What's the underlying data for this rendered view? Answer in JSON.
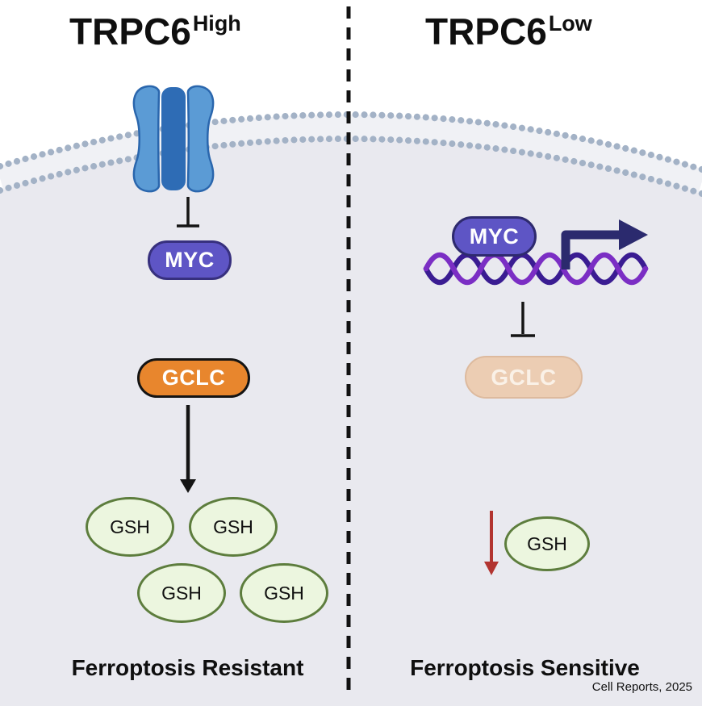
{
  "figure": {
    "credit": "Cell Reports, 2025"
  },
  "left_panel": {
    "title_base": "TRPC6",
    "title_superscript": "High",
    "myc_label": "MYC",
    "gclc_label": "GCLC",
    "gsh_labels": [
      "GSH",
      "GSH",
      "GSH",
      "GSH"
    ],
    "caption": "Ferroptosis Resistant"
  },
  "right_panel": {
    "title_base": "TRPC6",
    "title_superscript": "Low",
    "myc_label": "MYC",
    "gclc_label": "GCLC",
    "gsh_labels": [
      "GSH"
    ],
    "caption": "Ferroptosis Sensitive"
  },
  "colors": {
    "cell_fill": "#e9e9ef",
    "membrane_dots": "#a3b2c6",
    "channel_blue": "#5b9bd5",
    "channel_blue_dark": "#2e6cb5",
    "myc_fill": "#5e55c5",
    "gclc_active_fill": "#e8862d",
    "gclc_inactive_fill": "#eccdb3",
    "gsh_fill": "#ecf6df",
    "gsh_border": "#5d7d3d",
    "dna_purple": "#7b2ec4",
    "dna_indigo": "#3a1c92",
    "arrow_black": "#141414",
    "arrow_red": "#b23430",
    "transcription_arrow": "#2b2a6e"
  }
}
